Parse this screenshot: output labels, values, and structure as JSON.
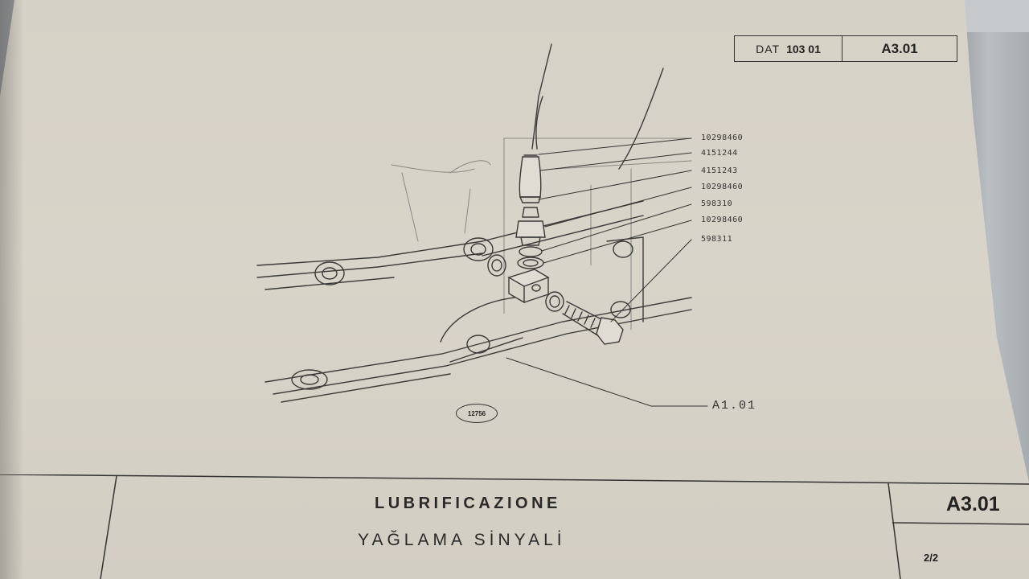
{
  "header": {
    "dat_label": "DAT",
    "dat_number": "103 01",
    "code": "A3.01"
  },
  "callouts": [
    {
      "part": "10298460"
    },
    {
      "part": "4151244"
    },
    {
      "part": "4151243"
    },
    {
      "part": "10298460"
    },
    {
      "part": "598310"
    },
    {
      "part": "10298460"
    },
    {
      "part": "598311"
    }
  ],
  "reference_label": "A1.01",
  "figure_number": "12756",
  "title_block": {
    "title_it": "LUBRIFICAZIONE",
    "title_tr": "YAĞLAMA SİNYALİ",
    "code": "A3.01",
    "page": "2/2"
  }
}
